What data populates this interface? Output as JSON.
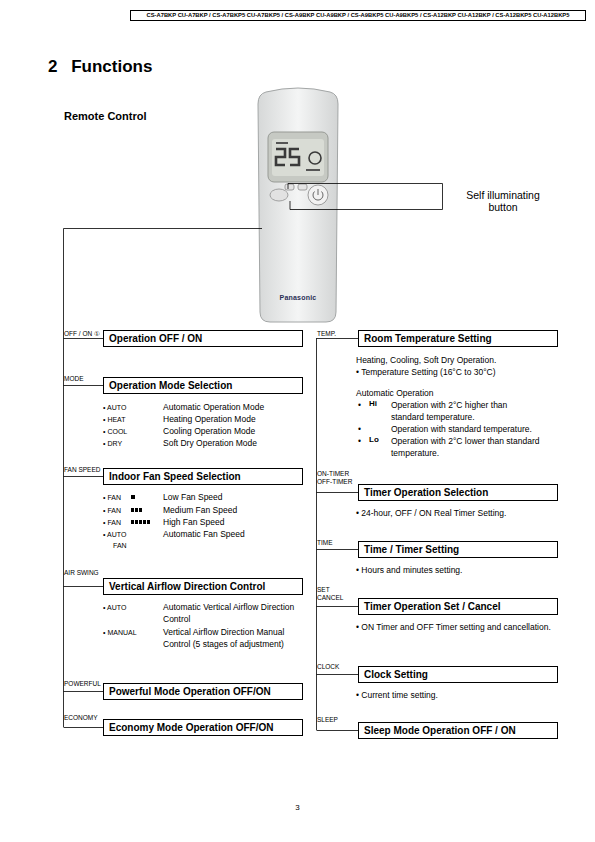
{
  "diagram": {
    "title": "2 Functions",
    "nodes": [
      {
        "text": [
          "CS-A7BKP CU-A7BKP / CS-A7BKP5 CU-A7BKP5 / CS-A9BKP CU-A9BKP / CS-A9BKP5 CU-A9BKP5 / CS-A12BKP CU-A12BKP / CS-A12BKP5 CU-A12BKP5"
        ]
      },
      {
        "text": [
          "OFF / ON ①",
          "Operation OFF / ON"
        ]
      },
      {
        "text": [
          "MODE",
          "Operation Mode Selection"
        ]
      },
      {
        "text": [
          "FAN SPEED",
          "Indoor Fan Speed Selection"
        ]
      },
      {
        "text": [
          "AIR SWING",
          "Vertical Airflow Direction Control"
        ]
      },
      {
        "text": [
          "POWERFUL",
          "Powerful Mode Operation OFF/ON"
        ]
      },
      {
        "text": [
          "ECONOMY",
          "Economy Mode Operation OFF/ON"
        ]
      },
      {
        "text": [
          "TEMP.",
          "Room Temperature Setting"
        ]
      },
      {
        "text": [
          "ON-TIMER OFF-TIMER",
          "Timer Operation Selection"
        ]
      },
      {
        "text": [
          "TIME",
          "Time / Timer Setting"
        ]
      },
      {
        "text": [
          "SET CANCEL",
          "Timer Operation Set / Cancel"
        ]
      },
      {
        "text": [
          "CLOCK",
          "Clock Setting"
        ]
      },
      {
        "text": [
          "SLEEP",
          "Sleep Mode Operation OFF / ON"
        ]
      }
    ],
    "labels": [
      "Remote Control",
      "Self illuminating button",
      "Panasonic",
      "• AUTO",
      "Automatic Operation Mode",
      "• HEAT",
      "Heating Operation Mode",
      "• COOL",
      "Cooling Operation Mode",
      "• DRY",
      "Soft Dry Operation Mode",
      "• FAN",
      "Low Fan Speed",
      "• FAN",
      "Medium Fan Speed",
      "• FAN",
      "High Fan Speed",
      "• AUTO FAN",
      "Automatic Fan Speed",
      "• AUTO",
      "Automatic Vertical Airflow Direction Control",
      "• MANUAL",
      "Vertical Airflow Direction Manual Control (5 stages of adjustment)",
      "Heating, Cooling, Soft Dry Operation.",
      "• Temperature Setting (16°C to 30°C)",
      "Automatic Operation",
      "•",
      "Hi",
      "Operation with 2°C higher than standard temperature.",
      "•",
      "Operation with standard temperature.",
      "•",
      "Lo",
      "Operation with 2°C lower than standard temperature.",
      "• 24-hour, OFF / ON Real Timer Setting.",
      "• Hours and minutes setting.",
      "• ON Timer and OFF Timer setting and cancellation.",
      "• Current time setting.",
      "3"
    ]
  }
}
